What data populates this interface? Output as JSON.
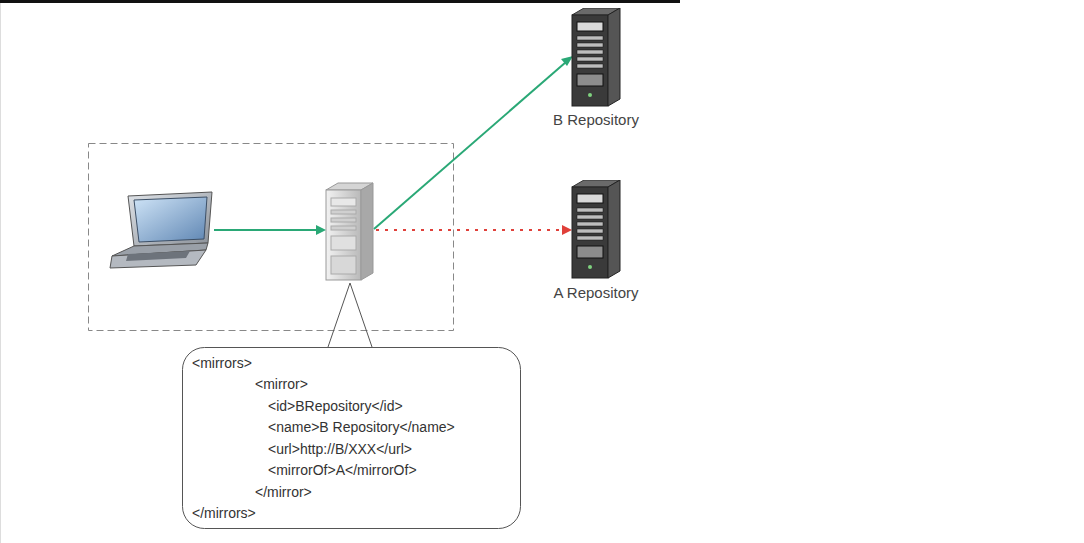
{
  "diagram": {
    "nodes": [
      {
        "text": [
          "B Repository"
        ]
      },
      {
        "text": [
          "A Repository"
        ]
      },
      {
        "text": [
          "<mirrors>",
          "<mirror>",
          "<id>BRepository</id>",
          "<name>B Repository</name>",
          "<url>http://B/XXX</url>",
          "<mirrorOf>A</mirrorOf>",
          "</mirror>",
          "</mirrors>"
        ]
      }
    ]
  }
}
